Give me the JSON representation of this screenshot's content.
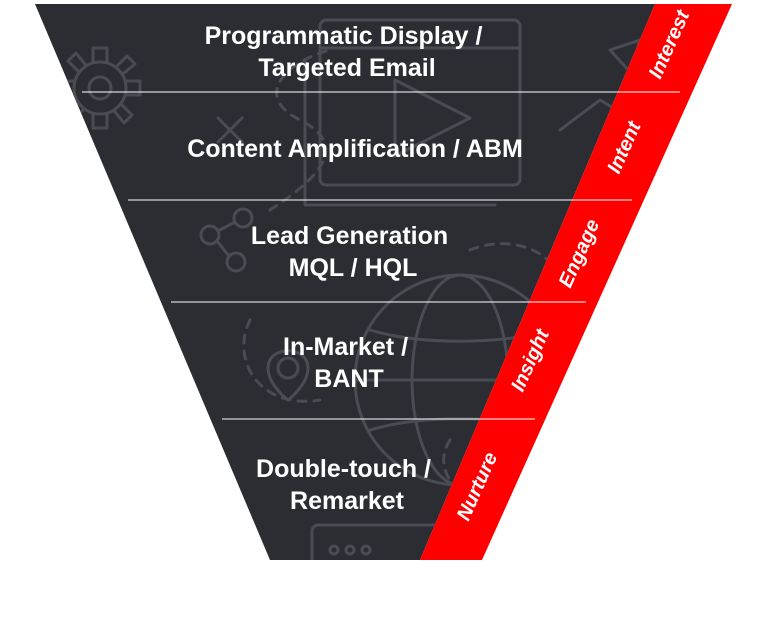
{
  "funnel": {
    "stages": [
      {
        "lines": [
          "Programmatic Display /",
          "Targeted Email"
        ]
      },
      {
        "lines": [
          "Content Amplification / ABM"
        ]
      },
      {
        "lines": [
          "Lead Generation",
          "MQL / HQL"
        ]
      },
      {
        "lines": [
          "In-Market /",
          "BANT"
        ]
      },
      {
        "lines": [
          "Double-touch /",
          "Remarket"
        ]
      }
    ],
    "bands": [
      "Interest",
      "Intent",
      "Engage",
      "Insight",
      "Nurture"
    ]
  },
  "colors": {
    "funnel_fill": "#2b2d33",
    "band_fill": "#ff0000",
    "pattern_stroke": "#4a4c54",
    "text": "#ffffff"
  }
}
